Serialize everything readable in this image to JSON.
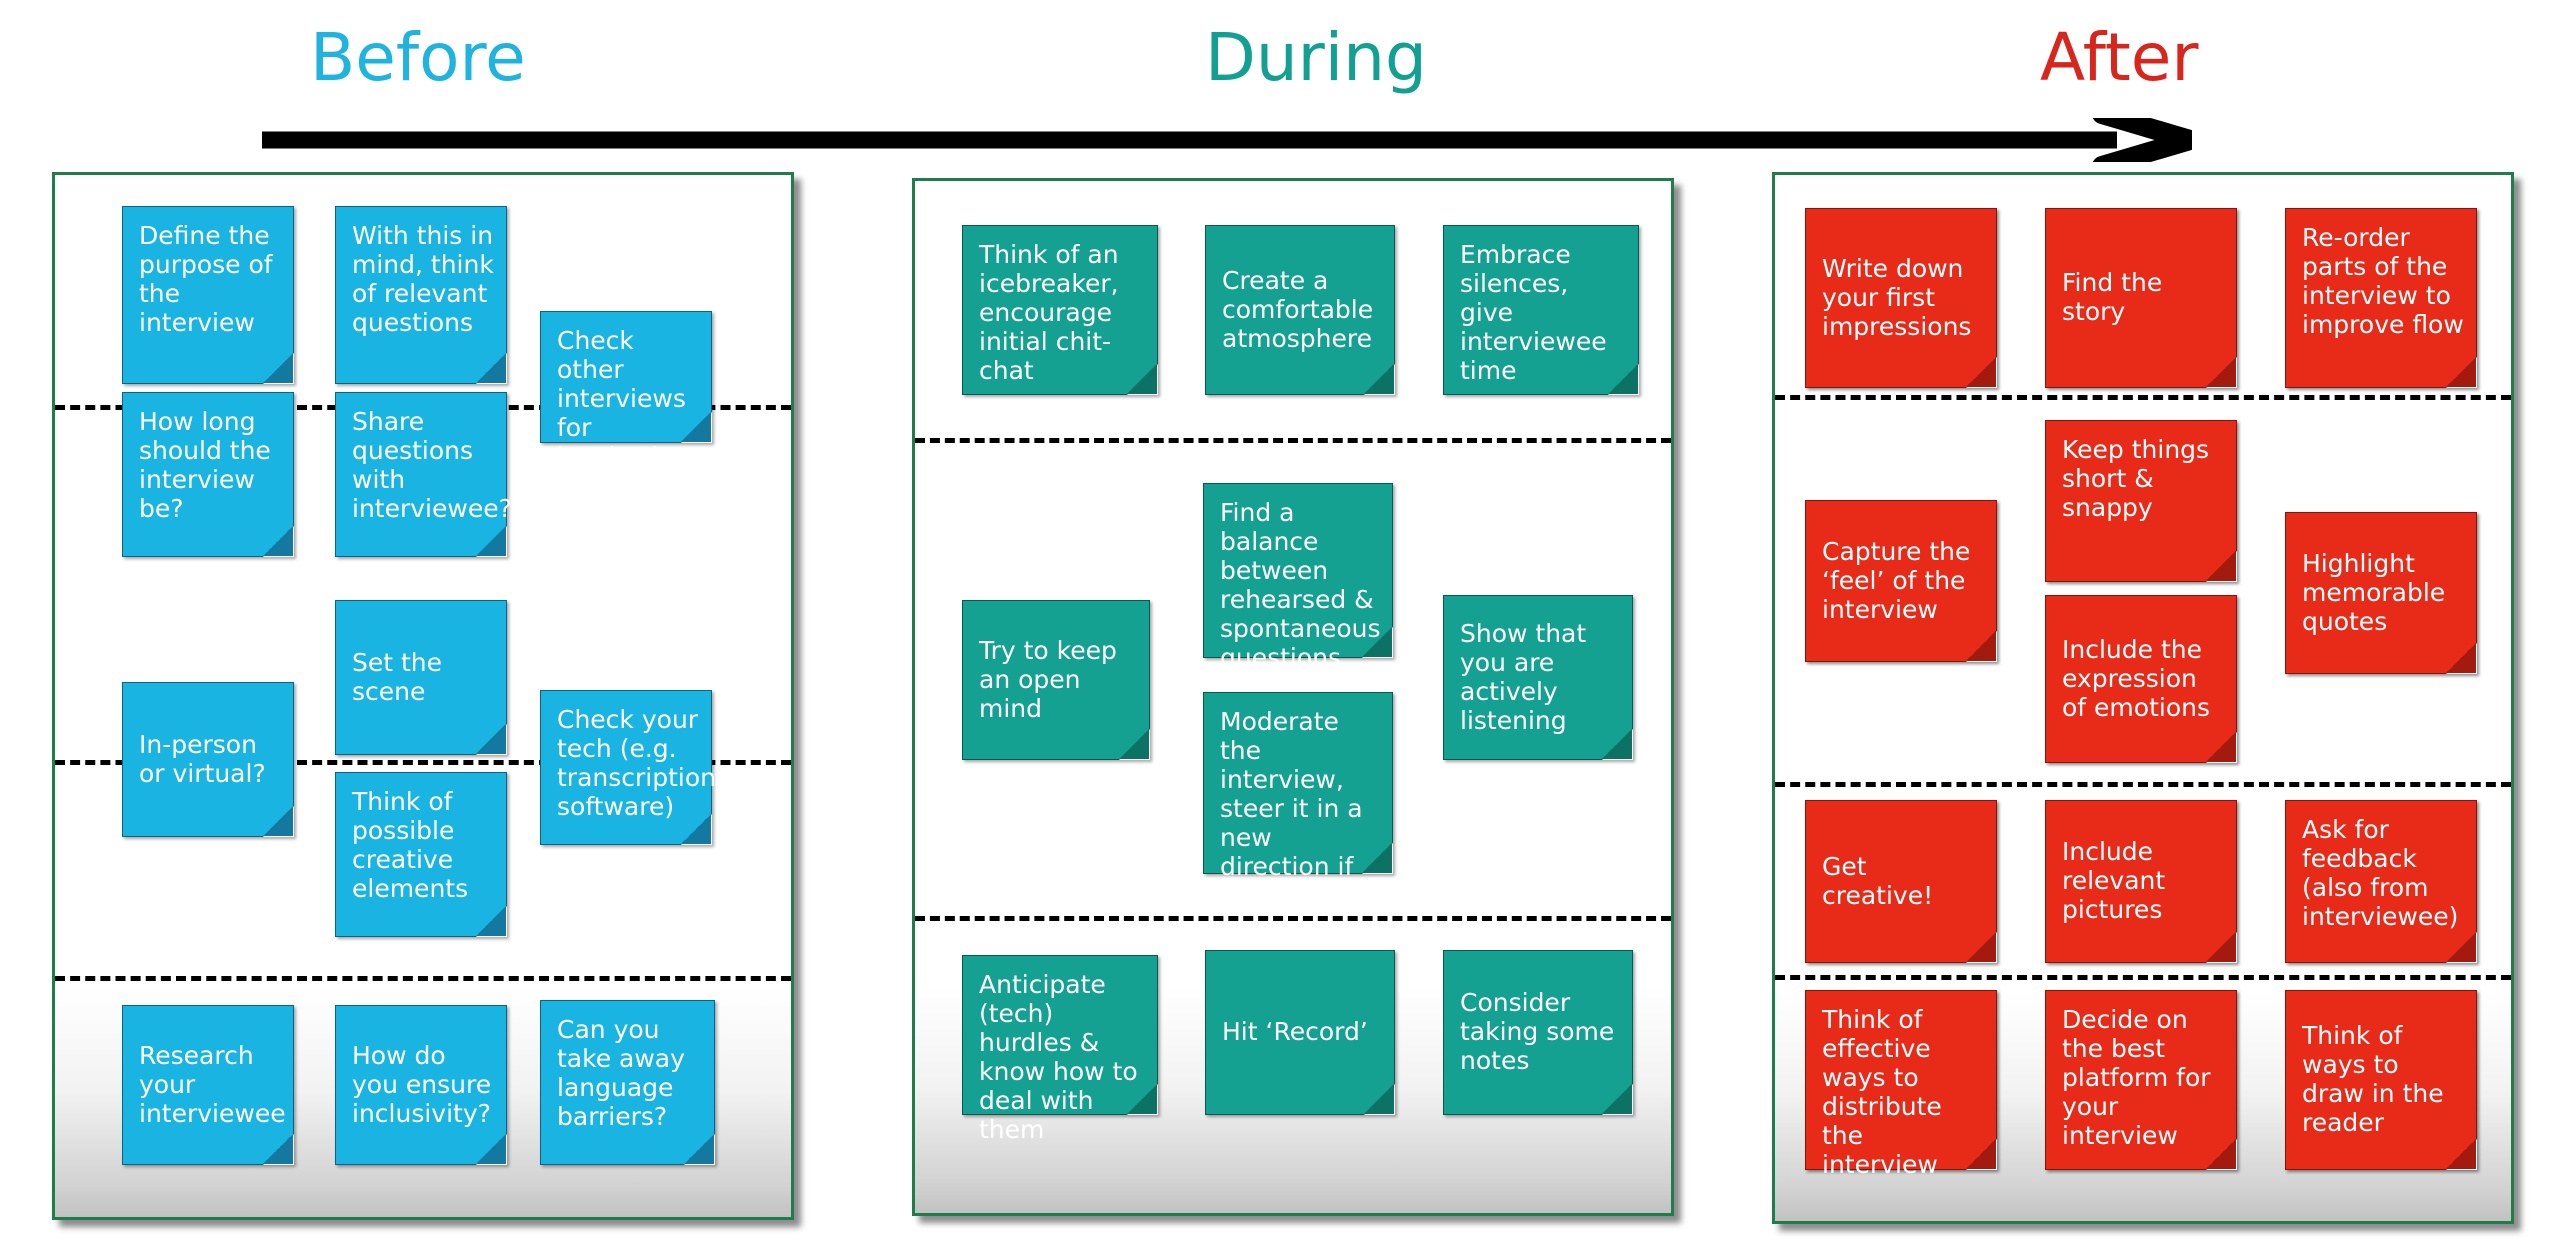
{
  "headings": {
    "before": "Before",
    "during": "During",
    "after": "After",
    "before_color": "#1fb3e0",
    "during_color": "#12a092",
    "after_color": "#d8261c"
  },
  "arrow": {
    "name": "timeline-arrow",
    "color": "#000000",
    "direction": "right"
  },
  "panels": {
    "border_color": "#1e7d4c"
  },
  "columns": [
    {
      "id": "before",
      "title": "Before",
      "note_color": "#1ab4e3",
      "groups": [
        {
          "notes": [
            "Define the purpose of the interview",
            "With this in mind, think of relevant questions",
            "Check other interviews for inspiration",
            "How long should the interview be?",
            "Share questions with interviewee?"
          ]
        },
        {
          "notes": [
            "Set the scene",
            "In-person or virtual?",
            "Check your tech (e.g. transcription software)",
            "Think of possible creative elements"
          ]
        },
        {
          "notes": [
            "Research your interviewee",
            "How do you ensure inclusivity?",
            "Can you take away language barriers?"
          ]
        }
      ]
    },
    {
      "id": "during",
      "title": "During",
      "note_color": "#14a191",
      "groups": [
        {
          "notes": [
            "Think of an icebreaker, encourage initial chit-chat",
            "Create a comfortable atmosphere",
            "Embrace silences, give interviewee time"
          ]
        },
        {
          "notes": [
            "Find a balance between rehearsed & spontaneous questions",
            "Try to keep an open mind",
            "Show that you are actively listening",
            "Moderate the interview, steer it in a new direction if necessary"
          ]
        },
        {
          "notes": [
            "Anticipate (tech) hurdles & know how to deal with them",
            "Hit ‘Record’",
            "Consider taking some notes"
          ]
        }
      ]
    },
    {
      "id": "after",
      "title": "After",
      "note_color": "#e82a19",
      "groups": [
        {
          "notes": [
            "Write down your first impressions",
            "Find the story",
            "Re-order parts of the interview to improve flow"
          ]
        },
        {
          "notes": [
            "Keep things short & snappy",
            "Capture the ‘feel’ of the interview",
            "Highlight memorable quotes",
            "Include the expression of emotions"
          ]
        },
        {
          "notes": [
            "Get creative!",
            "Include relevant pictures",
            "Ask for feedback (also from interviewee)"
          ]
        },
        {
          "notes": [
            "Think of effective ways to distribute the interview",
            "Decide on the best platform for your interview",
            "Think of ways to draw in the reader"
          ]
        }
      ]
    }
  ],
  "notes_flat": {
    "b1": "Define the purpose of the interview",
    "b2": "With this in mind, think of relevant questions",
    "b3": "Check other interviews for inspiration",
    "b4": "How long should the interview be?",
    "b5": "Share questions with interviewee?",
    "b6": "Set the scene",
    "b7": "In-person or virtual?",
    "b8": "Check your tech (e.g. transcription software)",
    "b9": "Think of possible creative elements",
    "b10": "Research your interviewee",
    "b11": "How do you ensure inclusivity?",
    "b12": "Can you take away language barriers?",
    "d1": "Think of an icebreaker, encourage initial chit-chat",
    "d2": "Create a comfortable atmosphere",
    "d3": "Embrace silences, give interviewee time",
    "d4": "Find a balance between rehearsed & spontaneous questions",
    "d5": "Try to keep an open mind",
    "d6": "Show that you are actively listening",
    "d7": "Moderate the interview, steer it in a new direction if necessary",
    "d8": "Anticipate (tech) hurdles & know how to deal with them",
    "d9": "Hit ‘Record’",
    "d10": "Consider taking some notes",
    "a1": "Write down your first impressions",
    "a2": "Find the story",
    "a3": "Re-order parts of the interview to improve flow",
    "a4": "Keep things short & snappy",
    "a5": "Capture the ‘feel’ of the interview",
    "a6": "Highlight memorable quotes",
    "a7": "Include the expression of emotions",
    "a8": "Get creative!",
    "a9": "Include relevant pictures",
    "a10": "Ask for feedback (also from interviewee)",
    "a11": "Think of effective ways to distribute the interview",
    "a12": "Decide on the best platform for your interview",
    "a13": "Think of ways to draw in the reader"
  }
}
